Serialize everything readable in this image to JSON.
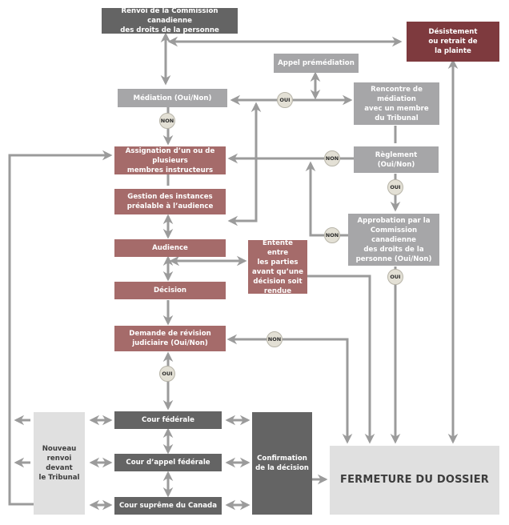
{
  "title": "Processus du Tribunal canadien des droits de la personne",
  "colors": {
    "dark": "#646464",
    "light_gray": "#a6a6a8",
    "rose": "#a56b6a",
    "wine": "#7e3a3e",
    "pale": "#e0e0e0",
    "connector": "#9b9b9b",
    "badge_fill": "#e3e0d5"
  },
  "nodes": {
    "renvoi": "Renvoi de la Commission canadienne\ndes droits de la personne",
    "desistement": "Désistement\nou retrait de\nla plainte",
    "appel_premediation": "Appel prémédiation",
    "mediation": "Médiation (Oui/Non)",
    "rencontre": "Rencontre de médiation\navec un membre\ndu Tribunal",
    "assignation": "Assignation d’un ou de plusieurs\nmembres instructeurs",
    "reglement": "Règlement\n(Oui/Non)",
    "gestion": "Gestion des instances\npréalable à l’audience",
    "approbation": "Approbation par la\nCommission canadienne\ndes droits de la\npersonne (Oui/Non)",
    "audience": "Audience",
    "entente": "Entente entre\nles parties\navant qu’une\ndécision soit\nrendue",
    "decision": "Décision",
    "revision": "Demande de révision\njudiciaire (Oui/Non)",
    "cour_federale": "Cour fédérale",
    "cour_appel": "Cour d’appel fédérale",
    "cour_supreme": "Cour suprême du Canada",
    "nouveau_renvoi": "Nouveau\nrenvoi devant\nle Tribunal",
    "confirmation": "Confirmation\nde la décision",
    "fermeture": "FERMETURE DU DOSSIER"
  },
  "badges": {
    "mediation_oui": "OUI",
    "mediation_non": "NON",
    "reglement_non": "NON",
    "reglement_oui": "OUI",
    "approbation_non": "NON",
    "approbation_oui": "OUI",
    "revision_non": "NON",
    "revision_oui": "OUI"
  }
}
